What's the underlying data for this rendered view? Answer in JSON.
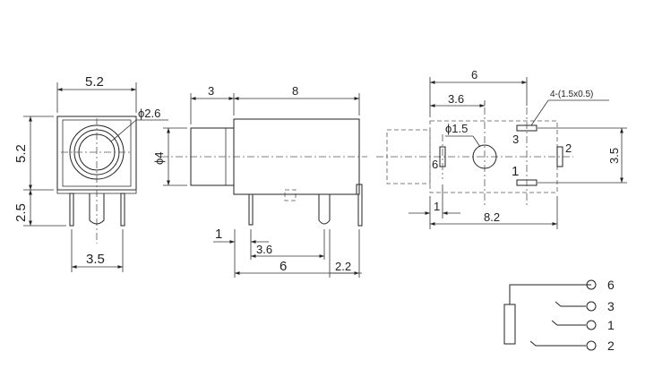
{
  "front_view": {
    "width": "5.2",
    "height": "5.2",
    "pin_length": "2.5",
    "pin_spacing": "3.5",
    "hole_diameter": "ϕ2.6"
  },
  "side_view": {
    "nose_length": "3",
    "body_length": "8",
    "nose_diameter": "ϕ4",
    "pin_offset": "1",
    "pin_pitch": "3.6",
    "pin_span": "6",
    "rear_offset": "2.2"
  },
  "top_view": {
    "overall": "6",
    "center_offset": "3.6",
    "pad_spec": "4-(1.5x0.5)",
    "center_hole": "ϕ1.5",
    "height": "3.5",
    "width": "8.2",
    "edge_offset": "1",
    "pad_labels": [
      "3",
      "1",
      "6",
      "2"
    ]
  },
  "schematic": {
    "pins": [
      "6",
      "3",
      "1",
      "2"
    ]
  }
}
